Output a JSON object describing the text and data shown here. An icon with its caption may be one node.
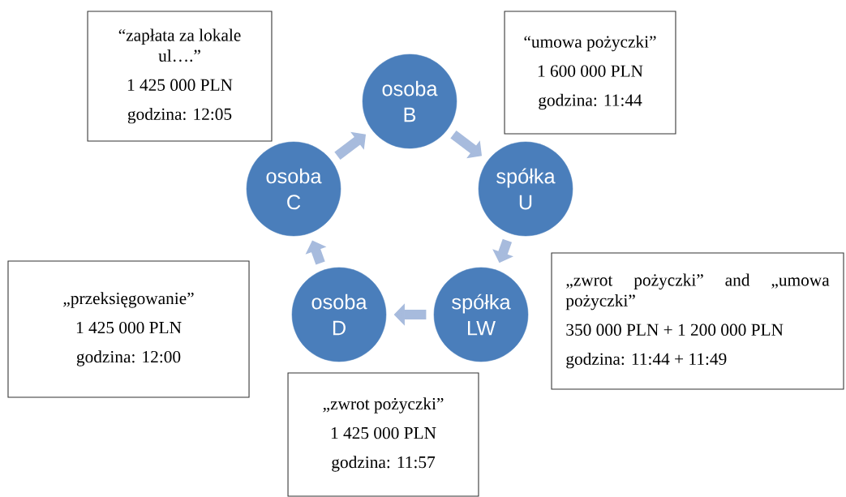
{
  "diagram": {
    "nodes": [
      {
        "text": [
          "osoba B"
        ]
      },
      {
        "text": [
          "spółka U"
        ]
      },
      {
        "text": [
          "spółka LW"
        ]
      },
      {
        "text": [
          "osoba D"
        ]
      },
      {
        "text": [
          "osoba C"
        ]
      },
      {
        "text": [
          "“zapłata za lokale ul….”",
          "1 425 000 PLN",
          "godzina: 12:05"
        ]
      },
      {
        "text": [
          "“umowa pożyczki”",
          "1 600 000 PLN",
          "godzina: 11:44"
        ]
      },
      {
        "text": [
          "„zwrot pożyczki” and „umowa pożyczki”",
          "350 000 PLN + 1 200 000 PLN",
          "godzina: 11:44 +  11:49"
        ]
      },
      {
        "text": [
          "„przeksięgowanie”",
          "1 425 000 PLN",
          "godzina: 12:00"
        ]
      },
      {
        "text": [
          "„zwrot pożyczki”",
          "1 425 000 PLN",
          "godzina: 11:57"
        ]
      }
    ],
    "edges": [
      {
        "from": 0,
        "to": 1,
        "arrow": "to"
      },
      {
        "from": 1,
        "to": 2,
        "arrow": "to"
      },
      {
        "from": 2,
        "to": 3,
        "arrow": "to"
      },
      {
        "from": 3,
        "to": 4,
        "arrow": "to"
      },
      {
        "from": 4,
        "to": 0,
        "arrow": "to"
      }
    ]
  }
}
